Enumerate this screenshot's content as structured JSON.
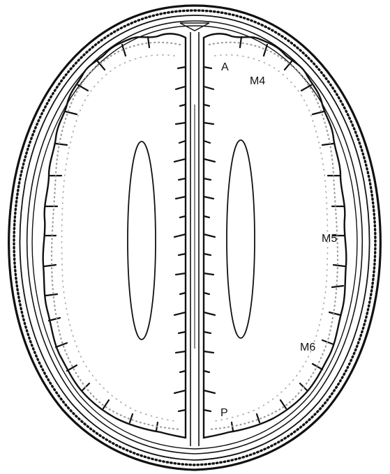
{
  "diagram": {
    "labels": {
      "a": "A",
      "m4": "M4",
      "m5": "M5",
      "m6": "M6",
      "p": "P"
    },
    "colors": {
      "ink": "#111111",
      "paper": "#ffffff",
      "stipple": "#9a9a9a"
    }
  }
}
